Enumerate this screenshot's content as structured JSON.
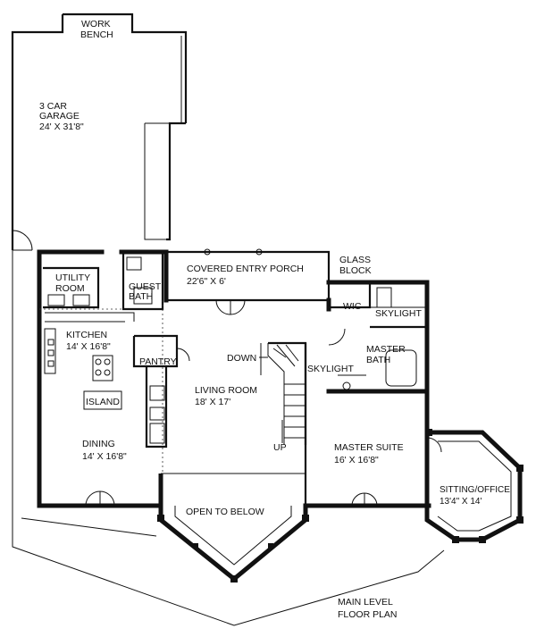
{
  "labels": {
    "work_bench": [
      "WORK",
      "BENCH"
    ],
    "garage": [
      "3 CAR",
      "GARAGE",
      "24' X 31'8\""
    ],
    "utility": [
      "UTILITY",
      "ROOM"
    ],
    "guest_bath": [
      "GUEST",
      "BATH"
    ],
    "covered_porch": [
      "COVERED ENTRY PORCH",
      "22'6\" X 6'"
    ],
    "glass_block": [
      "GLASS",
      "BLOCK"
    ],
    "wic": "WIC",
    "skylight_bath": "SKYLIGHT",
    "kitchen": [
      "KITCHEN",
      "14' X 16'8\""
    ],
    "pantry": "PANTRY",
    "down": "DOWN",
    "skylight_stair": "SKYLIGHT",
    "master_bath": [
      "MASTER",
      "BATH"
    ],
    "island": "ISLAND",
    "living": [
      "LIVING ROOM",
      "18' X 17'"
    ],
    "up": "UP",
    "dining": [
      "DINING",
      "14' X 16'8\""
    ],
    "master_suite": [
      "MASTER SUITE",
      "16' X 16'8\""
    ],
    "sitting_office": [
      "SITTING/OFFICE",
      "13'4\" X 14'"
    ],
    "open_below": "OPEN TO BELOW",
    "plan_title": [
      "MAIN LEVEL",
      "FLOOR PLAN"
    ]
  }
}
